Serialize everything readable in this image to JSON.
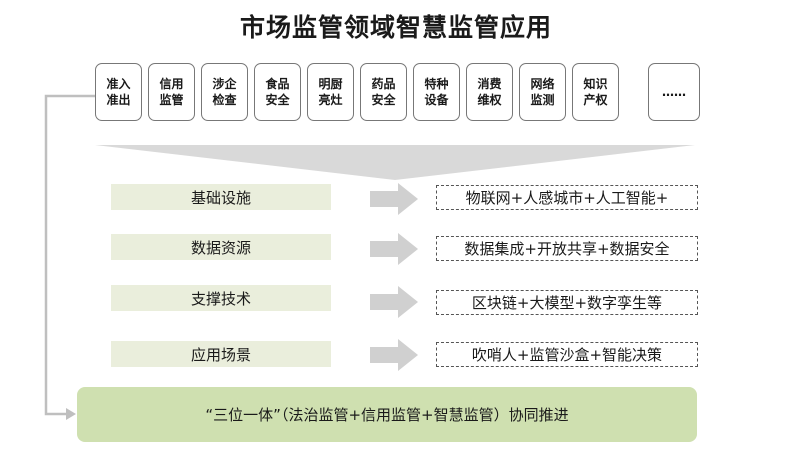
{
  "title": "市场监管领域智慧监管应用",
  "domains": [
    {
      "line1": "准入",
      "line2": "准出"
    },
    {
      "line1": "信用",
      "line2": "监管"
    },
    {
      "line1": "涉企",
      "line2": "检查"
    },
    {
      "line1": "食品",
      "line2": "安全"
    },
    {
      "line1": "明厨",
      "line2": "亮灶"
    },
    {
      "line1": "药品",
      "line2": "安全"
    },
    {
      "line1": "特种",
      "line2": "设备"
    },
    {
      "line1": "消费",
      "line2": "维权"
    },
    {
      "line1": "网络",
      "line2": "监测"
    },
    {
      "line1": "知识",
      "line2": "产权"
    },
    {
      "line1": "……",
      "line2": ""
    }
  ],
  "rows": [
    {
      "label": "基础设施",
      "result": "物联网+人感城市+人工智能+"
    },
    {
      "label": "数据资源",
      "result": "数据集成+开放共享+数据安全"
    },
    {
      "label": "支撑技术",
      "result": "区块链+大模型+数字孪生等"
    },
    {
      "label": "应用场景",
      "result": "吹哨人+监管沙盒+智能决策"
    }
  ],
  "bottom": "“三位一体”（法治监管+信用监管+智慧监管）协同推进",
  "colors": {
    "label_bg": "#eaeedc",
    "bottom_bg": "#cfe0b0",
    "funnel": "#d9d9d9",
    "arrow": "#d0d0d0",
    "connector": "#bfbfbf"
  }
}
